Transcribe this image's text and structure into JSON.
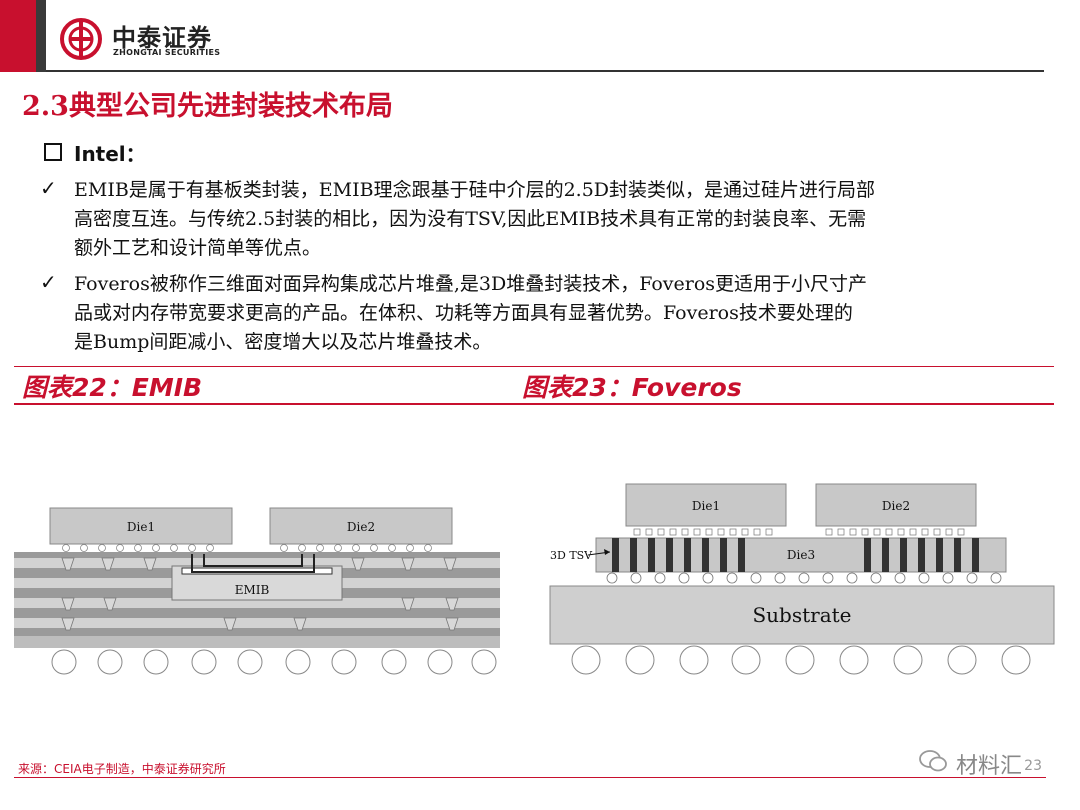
{
  "header": {
    "logo_cn": "中泰证券",
    "logo_en": "ZHONGTAI SECURITIES"
  },
  "section_title": "2.3典型公司先进封装技术布局",
  "intel_heading": "Intel：",
  "bullets": [
    {
      "lines": [
        "EMIB是属于有基板类封装，EMIB理念跟基于硅中介层的2.5D封装类似，是通过硅片进行局部",
        "高密度互连。与传统2.5封装的相比，因为没有TSV,因此EMIB技术具有正常的封装良率、无需",
        "额外工艺和设计简单等优点。"
      ]
    },
    {
      "lines": [
        "Foveros被称作三维面对面异构集成芯片堆叠,是3D堆叠封装技术，Foveros更适用于小尺寸产",
        "品或对内存带宽要求更高的产品。在体积、功耗等方面具有显著优势。Foveros技术要处理的",
        "是Bump间距减小、密度增大以及芯片堆叠技术。"
      ]
    }
  ],
  "check_symbol": "✓",
  "figures": [
    {
      "label": "图表22：EMIB",
      "die1": "Die1",
      "die2": "Die2",
      "bridge": "EMIB"
    },
    {
      "label": "图表23：Foveros",
      "die1": "Die1",
      "die2": "Die2",
      "die3": "Die3",
      "tsv": "3D TSV",
      "substrate": "Substrate"
    }
  ],
  "footer": {
    "source": "来源：CEIA电子制造，中泰证券研究所",
    "page": "23",
    "watermark": "材料汇"
  },
  "colors": {
    "brand_red": "#c8102e",
    "die_gray": "#c8c8c8",
    "substrate_gray": "#cfcfcf",
    "layer_dark": "#555555"
  }
}
